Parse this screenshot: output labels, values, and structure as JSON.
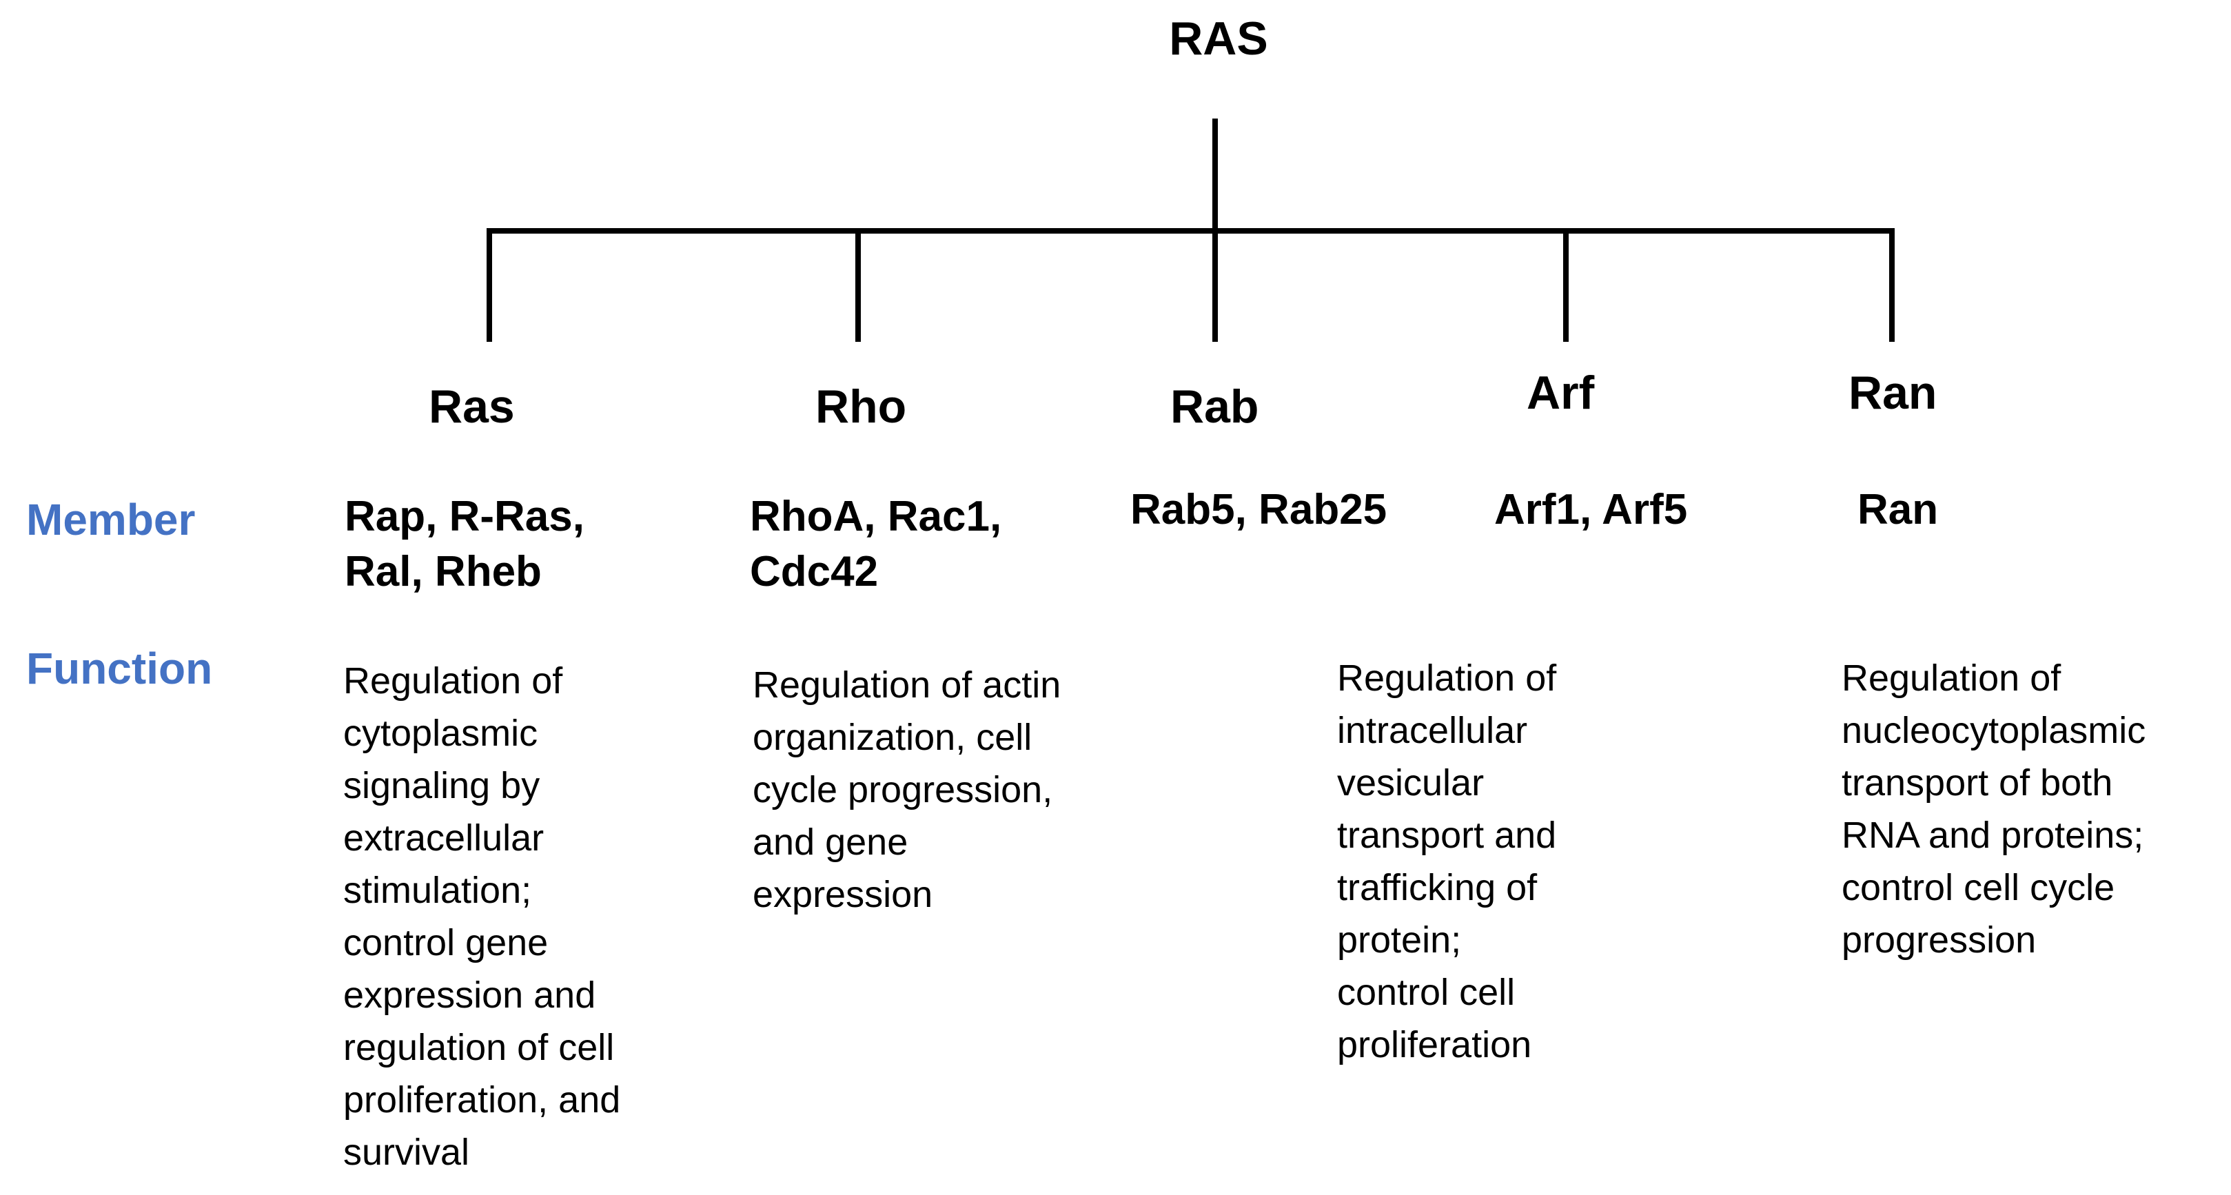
{
  "diagram": {
    "root": "RAS",
    "row_labels": {
      "member": "Member",
      "function": "Function"
    },
    "label_color": "#4472C4",
    "line_color": "#000000",
    "families": [
      {
        "name": "Ras",
        "members": "Rap, R-Ras,\nRal, Rheb",
        "function": "Regulation of\ncytoplasmic\nsignaling by\nextracellular\nstimulation;\ncontrol gene\nexpression and\nregulation of cell\nproliferation, and\nsurvival"
      },
      {
        "name": "Rho",
        "members": "RhoA, Rac1,\nCdc42",
        "function": "Regulation of actin\norganization, cell\ncycle progression,\nand gene\nexpression"
      },
      {
        "name": "Rab",
        "members": "Rab5, Rab25",
        "function": ""
      },
      {
        "name": "Arf",
        "members": "Arf1, Arf5",
        "function": "Regulation of\nintracellular\nvesicular\ntransport and\ntrafficking of\nprotein;\ncontrol cell\nproliferation"
      },
      {
        "name": "Ran",
        "members": "Ran",
        "function": "Regulation of\nnucleocytoplasmic\ntransport of both\nRNA and proteins;\ncontrol cell cycle\nprogression"
      }
    ]
  }
}
